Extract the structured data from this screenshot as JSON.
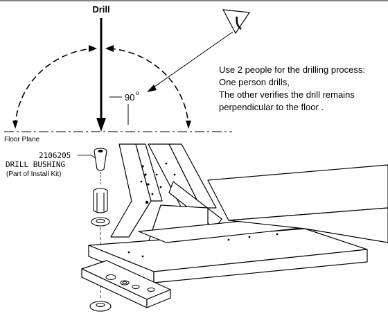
{
  "diagram": {
    "drill_label": "Drill",
    "angle_label": "90",
    "angle_unit": "o",
    "floor_plane_label": "Floor Plane",
    "part_number": "2106205",
    "part_name": "DRILL BUSHING",
    "part_note": "(Part of Install Kit)"
  },
  "instructions": {
    "lines": [
      "Use 2 people for the drilling process:",
      "One person drills,",
      "The other verifies the drill remains",
      "perpendicular to the floor ."
    ]
  },
  "icons": {
    "viewer": "eye-icon"
  }
}
